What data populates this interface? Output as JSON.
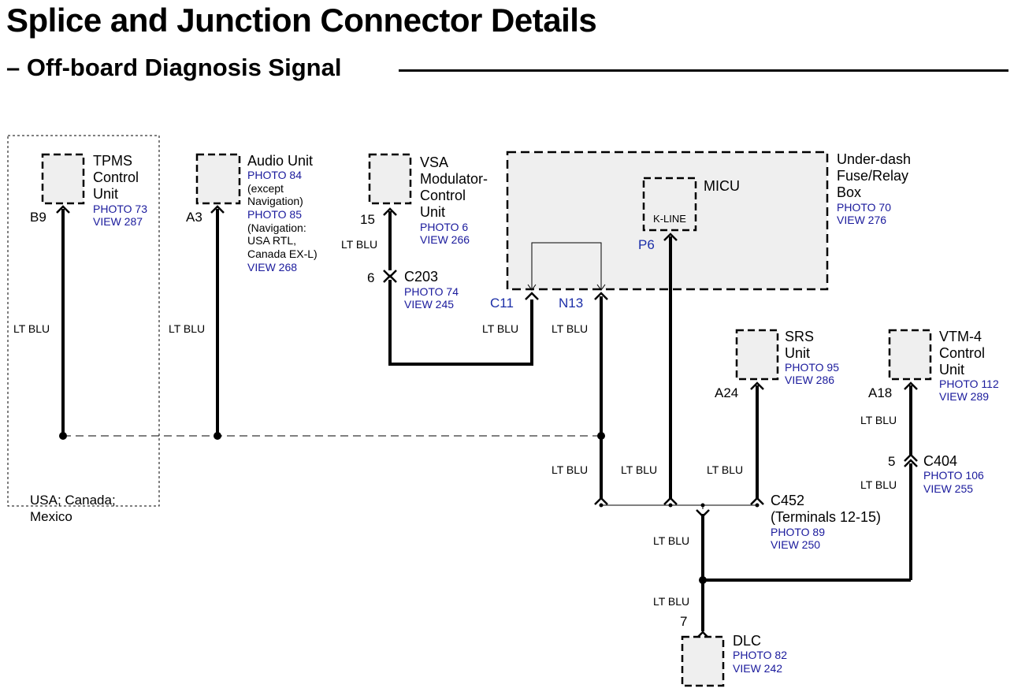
{
  "title": "Splice and Junction Connector Details",
  "subtitle": "– Off-board Diagnosis Signal",
  "wire_color": "LT BLU",
  "region_note": [
    "USA; Canada;",
    "Mexico"
  ],
  "components": {
    "tpms": {
      "name": [
        "TPMS",
        "Control",
        "Unit"
      ],
      "refs": [
        "PHOTO 73",
        "VIEW 287"
      ],
      "pin": "B9"
    },
    "audio": {
      "name": [
        "Audio Unit"
      ],
      "refs": [
        "PHOTO 84",
        "(except",
        "Navigation)",
        "PHOTO 85",
        "(Navigation:",
        "USA RTL,",
        "Canada EX-L)",
        "VIEW 268"
      ],
      "pin": "A3"
    },
    "vsa": {
      "name": [
        "VSA",
        "Modulator-",
        "Control",
        "Unit"
      ],
      "refs": [
        "PHOTO 6",
        "VIEW 266"
      ],
      "pin": "15"
    },
    "fusebox": {
      "name": [
        "Under-dash",
        "Fuse/Relay",
        "Box"
      ],
      "refs": [
        "PHOTO 70",
        "VIEW 276"
      ],
      "pins": [
        "C11",
        "N13"
      ]
    },
    "micu": {
      "name": "MICU",
      "inner": "K-LINE",
      "pin": "P6"
    },
    "srs": {
      "name": [
        "SRS",
        "Unit"
      ],
      "refs": [
        "PHOTO 95",
        "VIEW 286"
      ],
      "pin": "A24"
    },
    "vtm4": {
      "name": [
        "VTM-4",
        "Control",
        "Unit"
      ],
      "refs": [
        "PHOTO 112",
        "VIEW 289"
      ],
      "pin": "A18"
    },
    "dlc": {
      "name": "DLC",
      "refs": [
        "PHOTO 82",
        "VIEW 242"
      ],
      "pin": "7"
    }
  },
  "connectors": {
    "c203": {
      "name": "C203",
      "pin": "6",
      "refs": [
        "PHOTO 74",
        "VIEW 245"
      ]
    },
    "c404": {
      "name": "C404",
      "pin": "5",
      "refs": [
        "PHOTO 106",
        "VIEW 255"
      ]
    },
    "c452": {
      "name": "C452",
      "detail": "(Terminals 12-15)",
      "refs": [
        "PHOTO 89",
        "VIEW 250"
      ]
    }
  },
  "colors": {
    "ink": "#000000",
    "reference_blue": "#1a1a9c",
    "pin_blue": "#1c2fa8",
    "box_fill": "#efefef"
  }
}
